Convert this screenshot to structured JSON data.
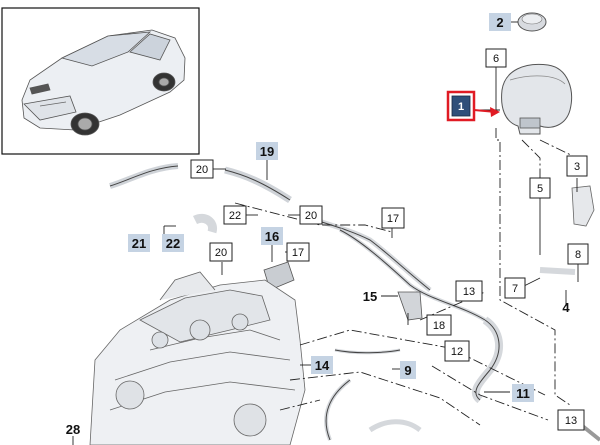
{
  "diagram": {
    "thumbnail_caption": "",
    "callouts": {
      "c1": "1",
      "c2": "2",
      "c3": "3",
      "c4": "4",
      "c5": "5",
      "c6": "6",
      "c7": "7",
      "c8": "8",
      "c9": "9",
      "c11": "11",
      "c12": "12",
      "c13a": "13",
      "c13b": "13",
      "c14": "14",
      "c15": "15",
      "c16": "16",
      "c17a": "17",
      "c17b": "17",
      "c18": "18",
      "c19": "19",
      "c20a": "20",
      "c20b": "20",
      "c20c": "20",
      "c21": "21",
      "c22a": "22",
      "c22b": "22",
      "c28": "28"
    },
    "colors": {
      "highlight": "#e01b24",
      "callout_fill": "#c5d3e3",
      "selected_fill": "#2f4f7a",
      "line": "#222222"
    }
  }
}
